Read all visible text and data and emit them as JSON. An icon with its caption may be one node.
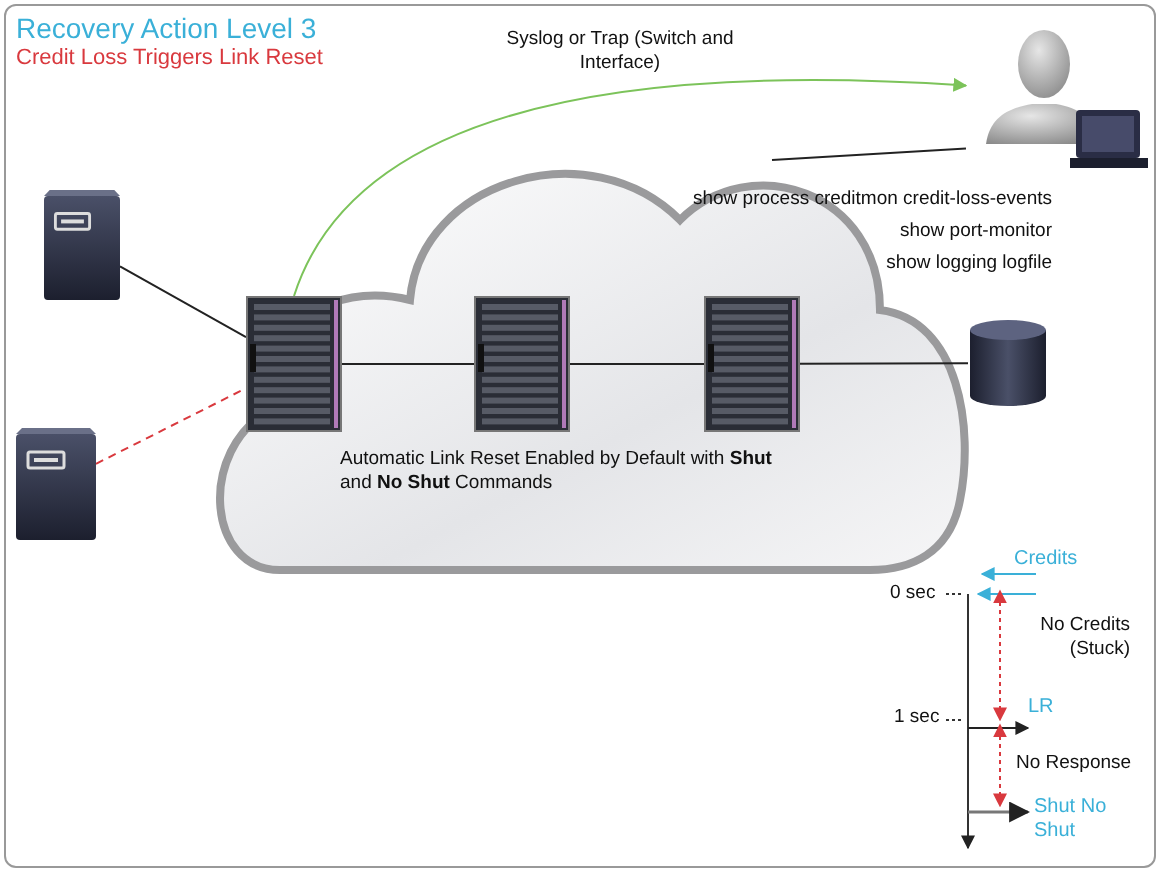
{
  "diagram": {
    "title": "Recovery Action Level 3",
    "nodes": [
      {
        "text": [
          "Automatic Link Reset Enabled by Default with **Shut** and **No Shut** Commands"
        ]
      },
      {
        "text": [],
        "shape": "server"
      },
      {
        "text": [],
        "shape": "server"
      },
      {
        "text": [],
        "shape": "switch",
        "in": 0
      },
      {
        "text": [],
        "shape": "switch",
        "in": 0
      },
      {
        "text": [],
        "shape": "switch",
        "in": 0
      },
      {
        "text": [],
        "shape": "cylinder"
      },
      {
        "text": [],
        "shape": "person"
      }
    ],
    "edges": [
      {
        "from": 1,
        "to": 3,
        "arrow": "none"
      },
      {
        "from": 2,
        "to": 3,
        "arrow": "none",
        "style": "dashed",
        "color": "#d9393e"
      },
      {
        "from": 3,
        "to": 4,
        "arrow": "none"
      },
      {
        "from": 4,
        "to": 5,
        "arrow": "none"
      },
      {
        "from": 5,
        "to": 6,
        "arrow": "none"
      },
      {
        "from": 3,
        "to": 7,
        "arrow": "to",
        "label": "Syslog or Trap (Switch and Interface)",
        "color": "#7cc35a"
      },
      {
        "from": 0,
        "to": 7,
        "arrow": "none"
      }
    ],
    "labels": [
      "Credit Loss Triggers Link Reset",
      "show process creditmon credit-loss-events",
      "show port-monitor",
      "show logging logfile",
      "Credits",
      "0 sec",
      "No Credits (Stuck)",
      "1 sec",
      "LR",
      "No Response",
      "Shut No Shut"
    ]
  }
}
